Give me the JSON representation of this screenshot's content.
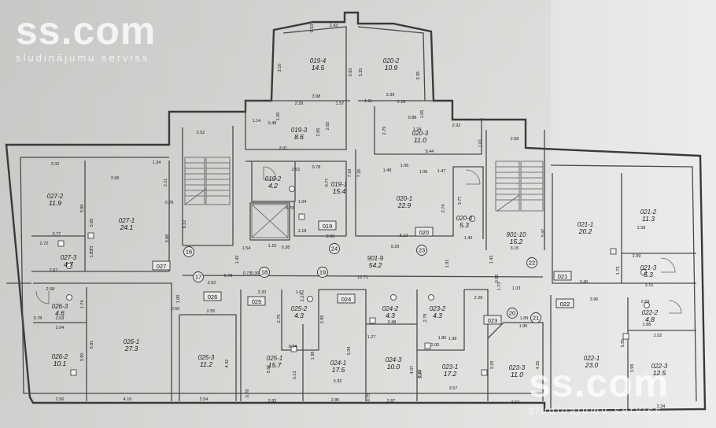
{
  "watermark": {
    "brand": "ss.com",
    "tagline": "sludinājumu serviss"
  },
  "rooms": [
    {
      "code": "019-4",
      "area": "14.5"
    },
    {
      "code": "020-2",
      "area": "10.9"
    },
    {
      "code": "019-3",
      "area": "8.6"
    },
    {
      "code": "020-3",
      "area": "11.0"
    },
    {
      "code": "019-2",
      "area": "4.2"
    },
    {
      "code": "019-1",
      "area": "15.4"
    },
    {
      "code": "020-1",
      "area": "22.9"
    },
    {
      "code": "020-4",
      "area": "5.3"
    },
    {
      "code": "027-2",
      "area": "11.9"
    },
    {
      "code": "027-1",
      "area": "24.1"
    },
    {
      "code": "027-3",
      "area": "4.7"
    },
    {
      "code": "901-10",
      "area": "15.2"
    },
    {
      "code": "021-1",
      "area": "20.2"
    },
    {
      "code": "021-2",
      "area": "11.3"
    },
    {
      "code": "021-3",
      "area": "5.3"
    },
    {
      "code": "901-9",
      "area": "54.2"
    },
    {
      "code": "026-3",
      "area": "4.6"
    },
    {
      "code": "026-2",
      "area": "10.1"
    },
    {
      "code": "026-1",
      "area": "27.3"
    },
    {
      "code": "025-3",
      "area": "11.2"
    },
    {
      "code": "025-2",
      "area": "4.3"
    },
    {
      "code": "025-1",
      "area": "15.7"
    },
    {
      "code": "024-1",
      "area": "17.5"
    },
    {
      "code": "024-2",
      "area": "4.3"
    },
    {
      "code": "024-3",
      "area": "10.0"
    },
    {
      "code": "023-2",
      "area": "4.3"
    },
    {
      "code": "023-1",
      "area": "17.2"
    },
    {
      "code": "023-3",
      "area": "11.0"
    },
    {
      "code": "022-2",
      "area": "4.8"
    },
    {
      "code": "022-1",
      "area": "23.0"
    },
    {
      "code": "022-3",
      "area": "12.5"
    }
  ],
  "unit_labels": [
    "027",
    "026",
    "025",
    "024",
    "019",
    "020",
    "023",
    "021",
    "022"
  ],
  "circle_markers": [
    "16",
    "17",
    "18",
    "19",
    "24",
    "23",
    "22",
    "20",
    "21"
  ],
  "dimensions": [
    "2.43",
    "0.53",
    "3.10",
    "3.83",
    "3.35",
    "3.35",
    "3.98",
    "1.57",
    "1.11",
    "3.39",
    "2.29",
    "1.20",
    "2.16",
    "1.05",
    "0.48",
    "1.14",
    "2.65",
    "2.65",
    "2.79",
    "0.88",
    "1.24",
    "2.92",
    "3.91",
    "1.61",
    "5.44",
    "2.52",
    "2.58",
    "3.32",
    "3.98",
    "1.34",
    "2.52",
    "0.78",
    "7.18",
    "7.35",
    "1.49",
    "1.06",
    "1.47",
    "1.06",
    "0.77",
    "3.77",
    "3.90",
    "5.65",
    "1.73",
    "2.11",
    "0.78",
    "1.04",
    "2.74",
    "5.13",
    "1.40",
    "5.97",
    "2.77",
    "2.72",
    "1.73",
    "2.67",
    "0.78",
    "3.86",
    "6.22",
    "1.18",
    "2.09",
    "1.54",
    "1.15",
    "0.38",
    "9.29",
    "1.91",
    "3.15",
    "1.43",
    "1.43",
    "0.73",
    "0.30",
    "0.73",
    "2.52",
    "12.71",
    "2.58",
    "2.99",
    "3.40",
    "3.15",
    "1.73",
    "0.85",
    "1.73",
    "2.20",
    "1.62",
    "2.27",
    "2.28",
    "1.03",
    "1.89",
    "2.68",
    "1.74",
    "2.63",
    "0.78",
    "1.00",
    "0.56",
    "2.55",
    "2.79",
    "2.88",
    "2.48",
    "2.79",
    "3.96",
    "2.69",
    "2.88",
    "2.64",
    "3.90",
    "5.81",
    "0.94",
    "1.98",
    "1.98",
    "1.96",
    "2.92",
    "1.27",
    "2.00",
    "1.85",
    "3.33",
    "3.29",
    "3.98",
    "5.85",
    "4.42",
    "5.92",
    "3.13",
    "5.94",
    "4.07",
    "3.27",
    "3.57",
    "4.25",
    "3.32",
    "2.56",
    "4.10",
    "2.54",
    "2.83",
    "2.85",
    "2.87",
    "2.67",
    "3.34",
    "0.78",
    "0.75"
  ]
}
